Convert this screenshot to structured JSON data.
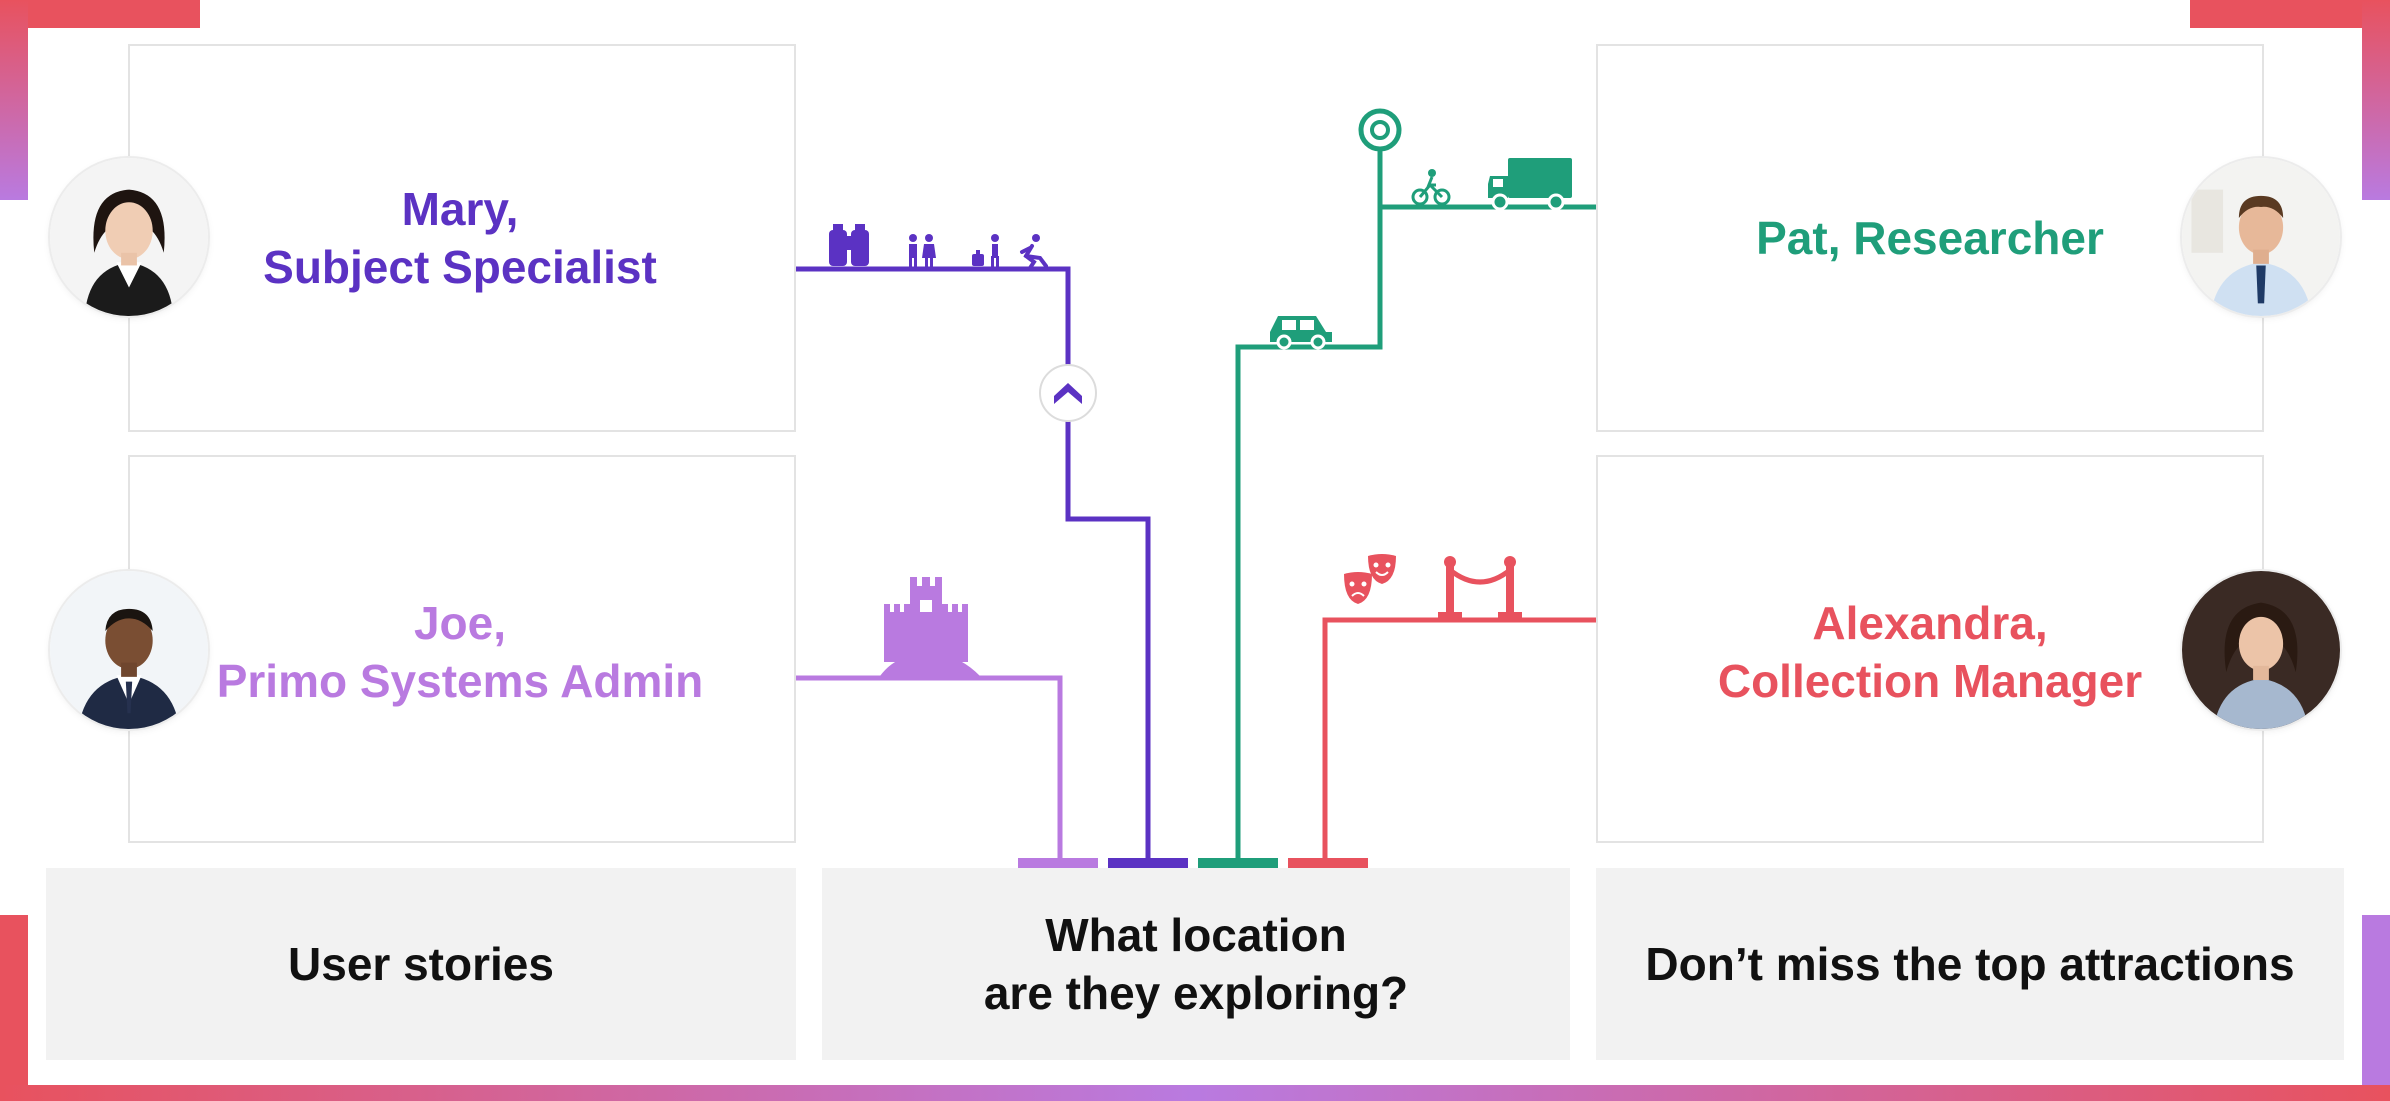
{
  "colors": {
    "frame_start": "#e8525e",
    "frame_end": "#b97ae0",
    "mary": "#5b32c3",
    "joe": "#b97ae0",
    "pat": "#1f9e7a",
    "alexandra": "#e8525e",
    "card_border": "#e3e3e3",
    "footer_bg": "#f2f2f2"
  },
  "personas": {
    "mary": {
      "name": "Mary,\nSubject Specialist"
    },
    "joe": {
      "name": "Joe,\nPrimo Systems Admin"
    },
    "pat": {
      "name": "Pat, Researcher"
    },
    "alexandra": {
      "name": "Alexandra,\nCollection Manager"
    }
  },
  "footer": {
    "left": "User stories",
    "center": "What location\nare they exploring?",
    "right": "Don’t miss the top attractions"
  },
  "icons": {
    "mary_route": [
      "binoculars-icon",
      "restroom-icon",
      "traveler-icon",
      "running-person-icon",
      "chevron-up-icon"
    ],
    "joe_route": [
      "castle-icon"
    ],
    "pat_route": [
      "car-icon",
      "bicycle-icon",
      "truck-icon",
      "map-pin-icon"
    ],
    "alexandra_route": [
      "theater-masks-icon",
      "rope-barrier-icon"
    ]
  }
}
